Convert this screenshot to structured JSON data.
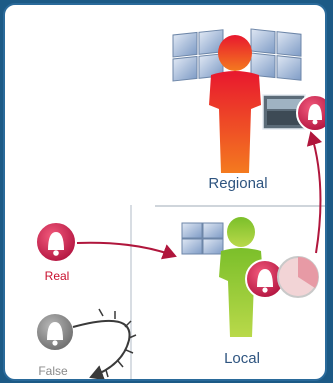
{
  "labels": {
    "regional": "Regional",
    "local": "Local",
    "real": "Real",
    "false": "False"
  },
  "colors": {
    "frame_border": "#2a6a9a",
    "regional_figure": "#e0482a",
    "local_figure": "#8cc63f",
    "alarm_red": "#c01e4a",
    "alarm_gray": "#8a8a8a",
    "arrow": "#b0163c",
    "label_text": "#2f5580",
    "real_text": "#c8102e"
  },
  "icons": [
    "video-wall-icon",
    "person-icon",
    "camera-thumbnail-icon",
    "bell-icon",
    "clock-pie-icon"
  ]
}
